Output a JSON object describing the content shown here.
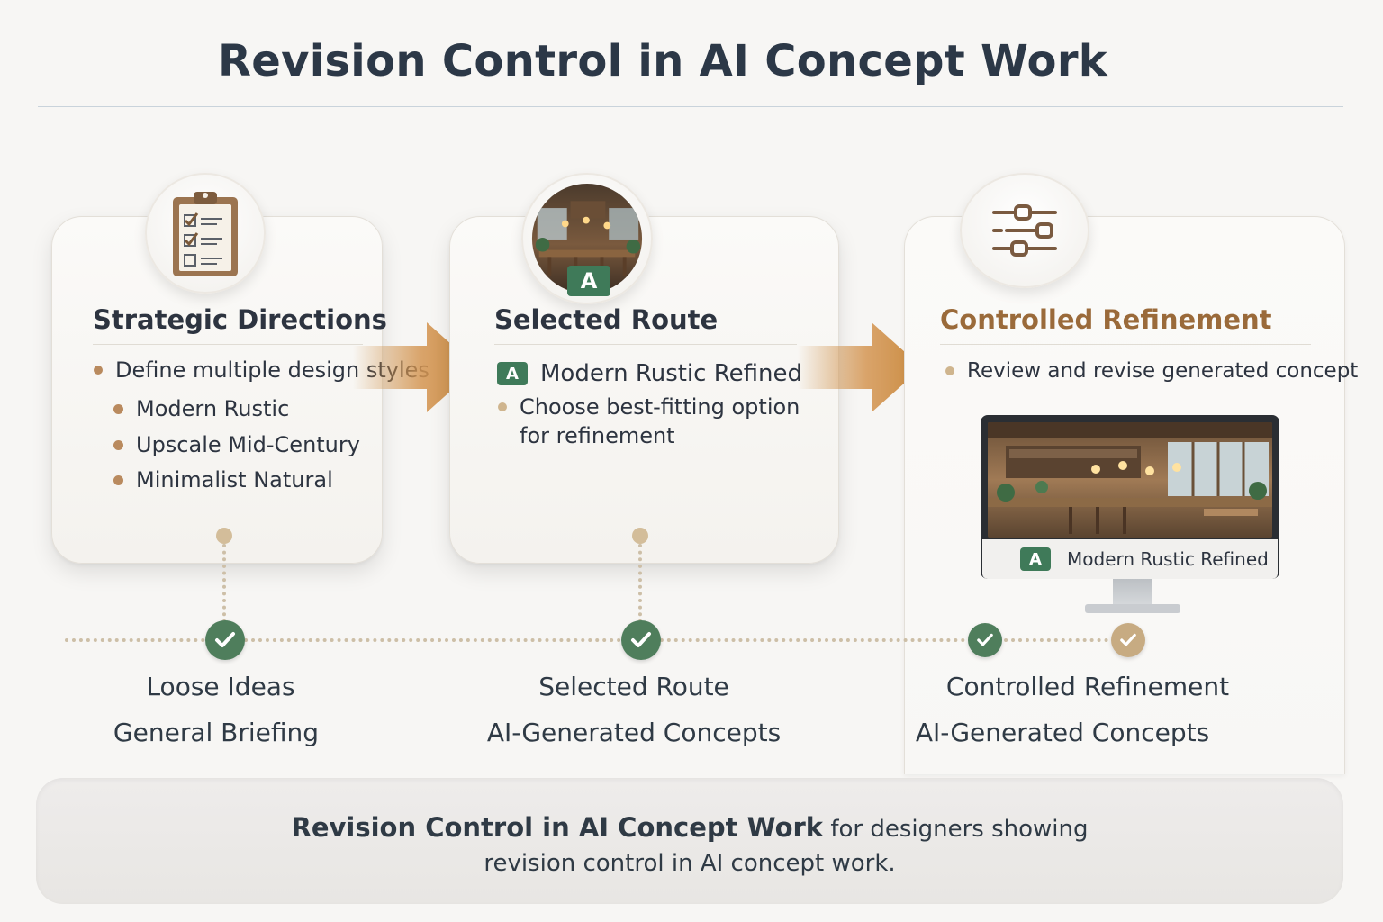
{
  "title": "Revision Control in AI Concept Work",
  "cards": [
    {
      "title": "Strategic Directions",
      "icon": "clipboard-checklist-icon",
      "main_bullet": "Define multiple design styles",
      "sub_bullets": [
        "Modern Rustic",
        "Upscale Mid-Century",
        "Minimalist Natural"
      ]
    },
    {
      "title": "Selected Route",
      "icon": "restaurant-thumbnail-icon",
      "badge": "A",
      "selected_label": "Modern Rustic Refined",
      "bullet_line1": "Choose best-fitting option",
      "bullet_line2": "for refinement"
    },
    {
      "title": "Controlled Refinement",
      "icon": "sliders-adjust-icon",
      "bullet": "Review and revise generated concept",
      "monitor_badge": "A",
      "monitor_label": "Modern Rustic Refined"
    }
  ],
  "timeline": [
    {
      "label": "Loose Ideas",
      "sub": "General Briefing"
    },
    {
      "label": "Selected Route",
      "sub": "AI-Generated Concepts"
    },
    {
      "label": "Controlled Refinement",
      "sub": "AI-Generated Concepts"
    }
  ],
  "footer": {
    "strong": "Revision Control in AI Concept Work",
    "rest": " for designers showing",
    "line2": "revision control in AI concept work."
  },
  "colors": {
    "accent_gold": "#c98a3e",
    "check_green": "#4f7e5c",
    "badge_green": "#3f7a59",
    "title_dark": "#2c3847"
  }
}
